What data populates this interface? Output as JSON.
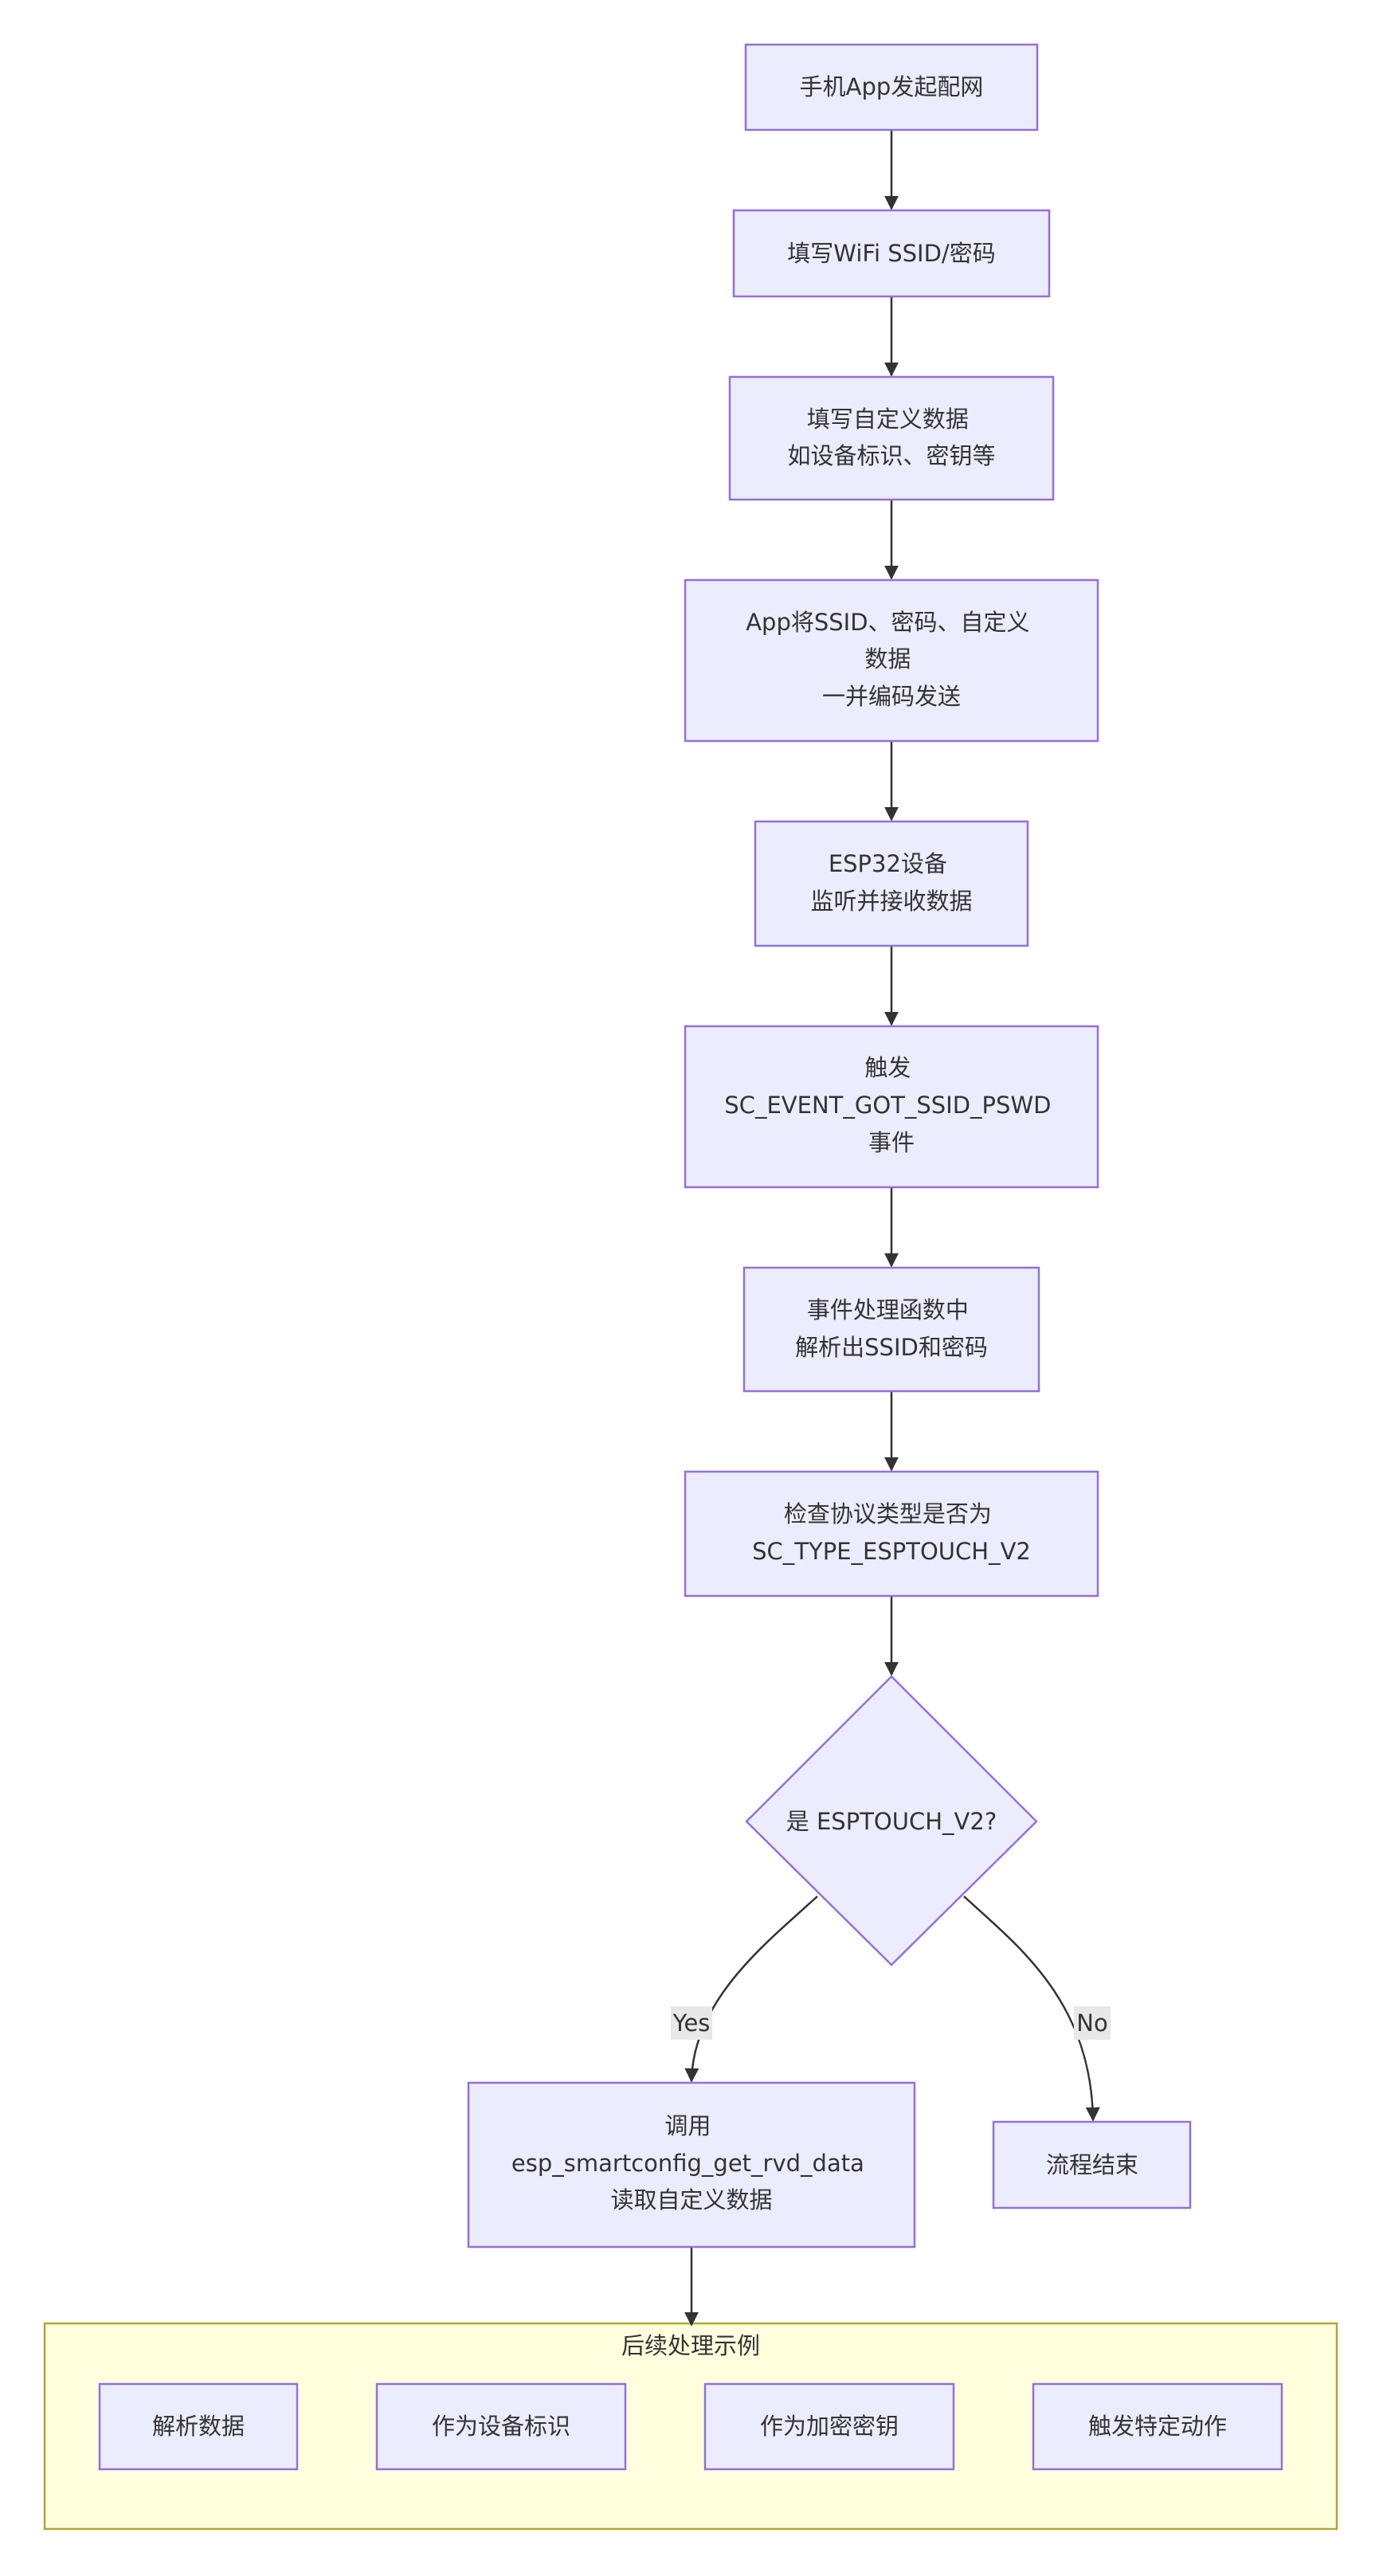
{
  "nodes": {
    "app_start": "手机App发起配网",
    "fill_wifi": "填写WiFi SSID/密码",
    "fill_custom": [
      "填写自定义数据",
      "如设备标识、密钥等"
    ],
    "encode_send": [
      "App将SSID、密码、自定义",
      "数据",
      "一并编码发送"
    ],
    "esp_listen": [
      "ESP32设备",
      "监听并接收数据"
    ],
    "trigger_event": [
      "触发",
      "SC_EVENT_GOT_SSID_PSWD",
      "事件"
    ],
    "parse": [
      "事件处理函数中",
      "解析出SSID和密码"
    ],
    "check_type": [
      "检查协议类型是否为",
      "SC_TYPE_ESPTOUCH_V2"
    ],
    "decision": "是 ESPTOUCH_V2?",
    "call_get": [
      "调用",
      "esp_smartconfig_get_rvd_data",
      "读取自定义数据"
    ],
    "flow_end": "流程结束"
  },
  "edges": {
    "yes": "Yes",
    "no": "No"
  },
  "cluster": {
    "title": "后续处理示例",
    "items": [
      "解析数据",
      "作为设备标识",
      "作为加密密钥",
      "触发特定动作"
    ]
  },
  "colors": {
    "node_fill": "#ECECFF",
    "node_stroke": "#9370DB",
    "cluster_fill": "#FFFFDE",
    "cluster_stroke": "#AAAA33",
    "edge": "#333333",
    "edge_label_bg": "#E8E8E8",
    "text": "#333333"
  }
}
